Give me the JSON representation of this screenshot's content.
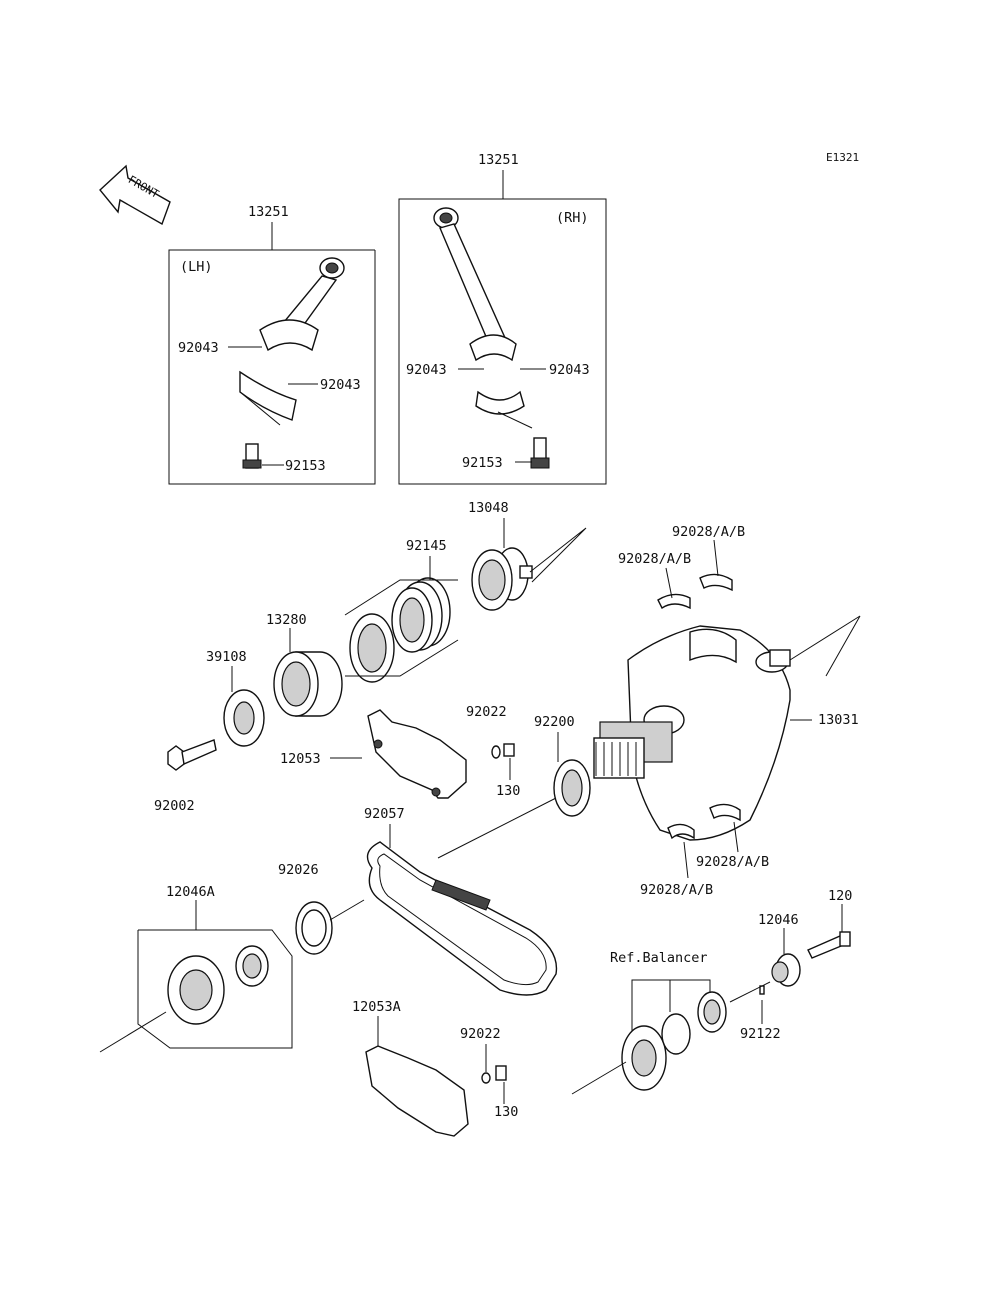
{
  "diagram_code": "E1321",
  "front_label": "FRONT",
  "colors": {
    "ink": "#111111",
    "background": "#ffffff"
  },
  "groups": {
    "lh_label": "(LH)",
    "rh_label": "(RH)",
    "ref_balancer": "Ref.Balancer"
  },
  "parts": {
    "conrod_lh": "13251",
    "conrod_rh": "13251",
    "bearing_lh_upper": "92043",
    "bearing_lh_lower": "92043",
    "bolt_lh": "92153",
    "bearing_rh_left": "92043",
    "bearing_rh_right": "92043",
    "bolt_rh": "92153",
    "hub_13048": "13048",
    "bearing_92145": "92145",
    "collar_13280": "13280",
    "seal_39108": "39108",
    "bolt_92002": "92002",
    "guide_12053": "12053",
    "washer_92022_top": "92022",
    "bolt_130_top": "130",
    "washer_92200": "92200",
    "crankshaft_13031": "13031",
    "main_bearing_top1": "92028/A/B",
    "main_bearing_top2": "92028/A/B",
    "main_bearing_bot1": "92028/A/B",
    "main_bearing_bot2": "92028/A/B",
    "chain_92057": "92057",
    "washer_92026": "92026",
    "sprocket_12046A": "12046A",
    "guide_12053A": "12053A",
    "washer_92022_bot": "92022",
    "bolt_130_bot": "130",
    "sprocket_12046": "12046",
    "bolt_120": "120",
    "key_92122": "92122"
  }
}
